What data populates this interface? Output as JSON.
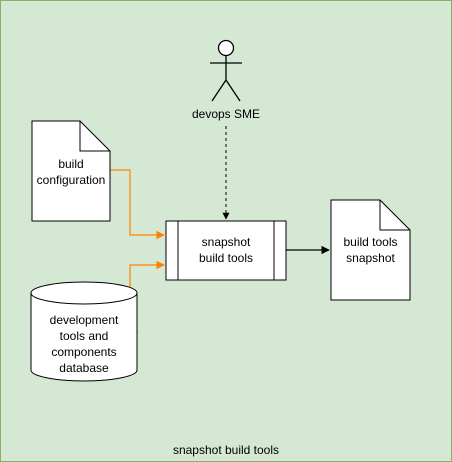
{
  "diagram": {
    "background_color": "#d5e8d4",
    "border_color": "#82b366",
    "title": "snapshot build tools"
  },
  "nodes": {
    "actor": {
      "label": "devops SME",
      "icon": "stick-figure-icon"
    },
    "build_configuration": {
      "label": "build\nconfiguration",
      "shape": "document"
    },
    "dev_tools_db": {
      "label": "development\ntools and\ncomponents\ndatabase",
      "shape": "cylinder"
    },
    "process": {
      "label": "snapshot\nbuild tools",
      "shape": "process"
    },
    "output": {
      "label": "build tools\nsnapshot",
      "shape": "document"
    }
  },
  "edges": {
    "config_to_process": {
      "color": "#ff8000",
      "style": "solid"
    },
    "db_to_process": {
      "color": "#ff8000",
      "style": "solid"
    },
    "actor_to_process": {
      "color": "#000000",
      "style": "dashed"
    },
    "process_to_output": {
      "color": "#000000",
      "style": "solid"
    }
  }
}
